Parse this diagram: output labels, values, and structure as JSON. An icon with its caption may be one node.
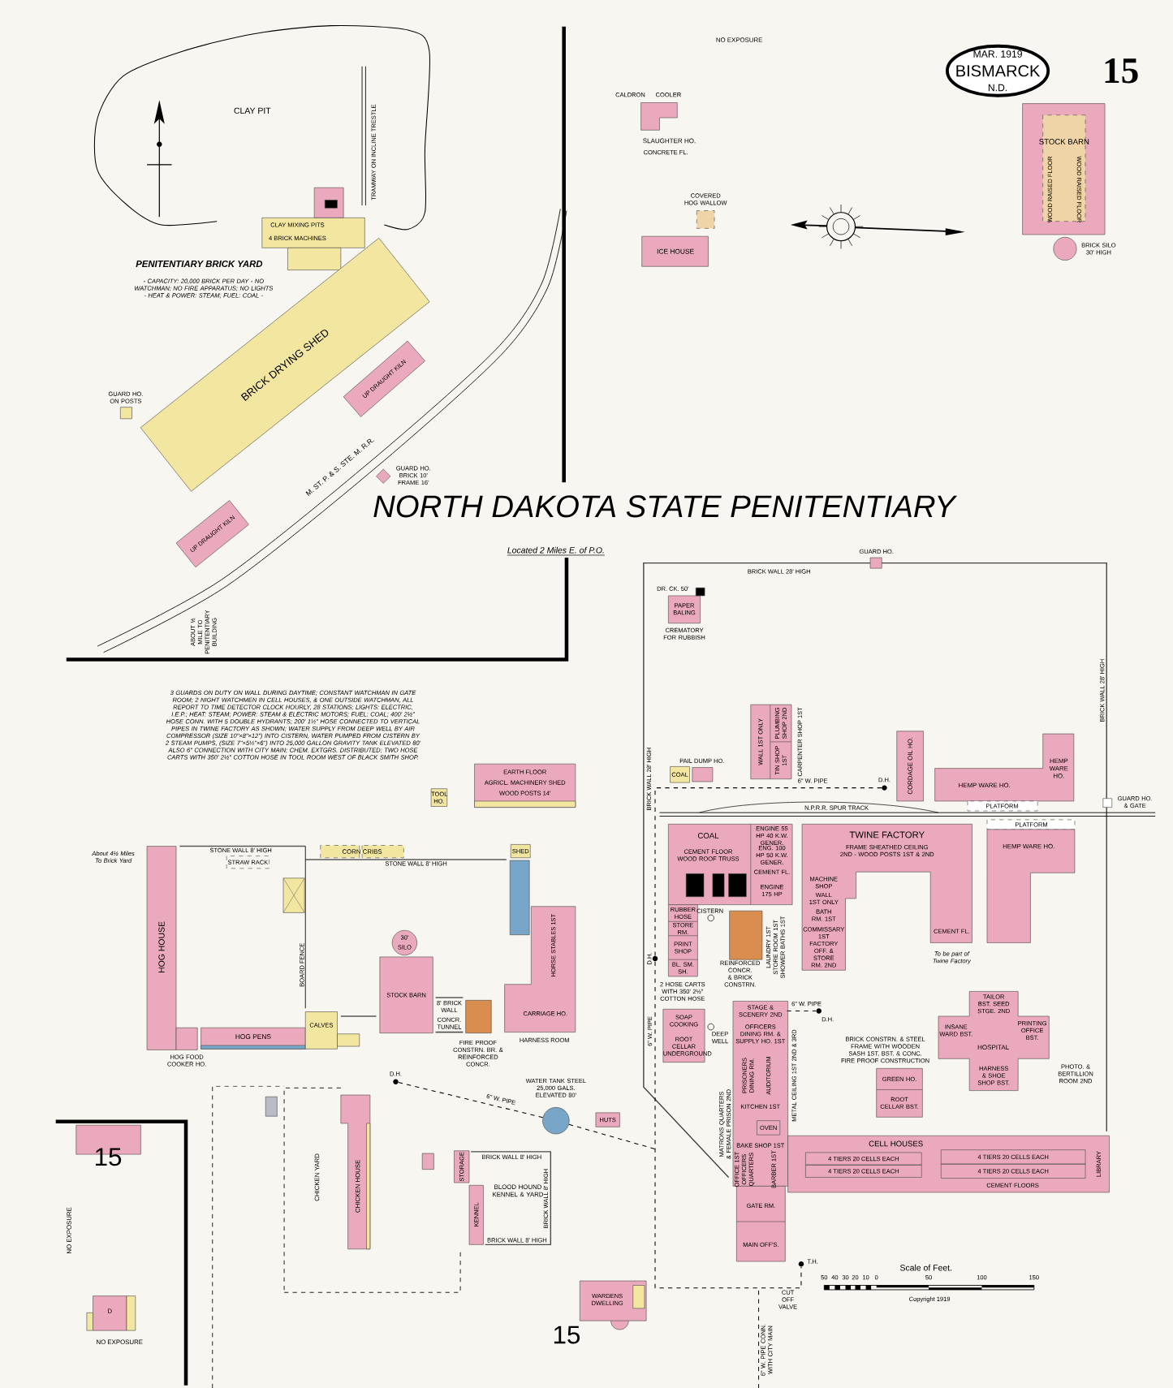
{
  "diagram": {
    "title": "NORTH DAKOTA STATE PENITENTIARY",
    "nodes": [
      {
        "text": [
          "CLAY MIXING PITS",
          "4 BRICK MACHINES"
        ]
      },
      {
        "text": [
          "BRICK DRYING SHED"
        ]
      },
      {
        "text": [
          "UP DRAUGHT KILN"
        ]
      },
      {
        "text": [
          "UP DRAUGHT KILN"
        ]
      },
      {
        "text": [
          "GUARD HO. ON POSTS"
        ]
      },
      {
        "text": [
          "GUARD HO. BRICK 10' FRAME 16'"
        ]
      },
      {
        "text": [
          "MAR. 1919",
          "BISMARCK",
          "N.D."
        ]
      },
      {
        "text": [
          "CALDRON",
          "COOLER",
          "SLAUGHTER HO.",
          "CONCRETE FL."
        ]
      },
      {
        "text": [
          "COVERED HOG WALLOW"
        ]
      },
      {
        "text": [
          "ICE HOUSE"
        ]
      },
      {
        "text": [
          "STOCK BARN",
          "WOOD RAISED FLOOR",
          "WOOD RAISED FLOOR"
        ]
      },
      {
        "text": [],
        "shape": "circle",
        "beside": [
          "BRICK SILO 30' HIGH"
        ]
      },
      {
        "text": [
          "GUARD HO."
        ]
      },
      {
        "text": [
          "DR. CK. 50'",
          "PAPER BALING",
          "CREMATORY FOR RUBBISH"
        ]
      },
      {
        "text": [
          "CARPENTER SHOP 1ST",
          "WALL 1ST ONLY",
          "PLUMBING SHOP 2ND",
          "TIN SHOP 1ST"
        ]
      },
      {
        "text": [
          "PAIL DUMP HO."
        ]
      },
      {
        "text": [
          "COAL"
        ]
      },
      {
        "text": [
          "CORDAGE OIL HO."
        ]
      },
      {
        "text": [
          "HEMP WARE HO.",
          "HEMP WARE HO."
        ]
      },
      {
        "text": [
          "PLATFORM"
        ]
      },
      {
        "text": [
          "GUARD HO. & GATE"
        ]
      },
      {
        "text": [
          "COAL",
          "CEMENT FLOOR WOOD ROOF TRUSS",
          "ENGINE 55 HP 40 K.W. GENER.",
          "ENG. 100 HP 50 K.W. GENER.",
          "CEMENT FL.",
          "ENGINE 175 HP"
        ]
      },
      {
        "text": [
          "RUBBER HOSE",
          "STORE RM.",
          "PRINT SHOP",
          "BL. SM. SH."
        ]
      },
      {
        "text": [
          "LAUNDRY 1ST STORE ROOM 1ST SHOWER BATHS 1ST",
          "REINFORCED CONCR. & BRICK CONSTRN."
        ]
      },
      {
        "text": [
          "TWINE FACTORY",
          "FRAME SHEATHED CEILING 2ND - WOOD POSTS 1ST & 2ND",
          "MACHINE SHOP",
          "WALL 1ST ONLY",
          "BATH RM. 1ST",
          "COMMISSARY 1ST FACTORY OFF. & STORE RM. 2ND",
          "CEMENT FL."
        ]
      },
      {
        "text": [
          "PLATFORM",
          "HEMP WARE HO."
        ]
      },
      {
        "text": [
          "EARTH FLOOR",
          "AGRICL. MACHINERY SHED",
          "WOOD POSTS 14'"
        ]
      },
      {
        "text": [
          "TOOL HO."
        ]
      },
      {
        "text": [
          "HOG HOUSE"
        ]
      },
      {
        "text": [
          "HOG FOOD COOKER HO."
        ]
      },
      {
        "text": [
          "HOG PENS"
        ]
      },
      {
        "text": [
          "STRAW RACK"
        ]
      },
      {
        "text": [
          "CORN CRIBS"
        ]
      },
      {
        "text": [],
        "shape": "box"
      },
      {
        "text": [
          "SHED"
        ]
      },
      {
        "text": [],
        "shape": "box"
      },
      {
        "text": [
          "30'",
          "SILO"
        ]
      },
      {
        "text": [
          "STOCK BARN"
        ]
      },
      {
        "text": [
          "CALVES"
        ]
      },
      {
        "text": [],
        "shape": "box",
        "beside": [
          "FIRE PROOF CONSTRN. BR. & REINFORCED CONCR."
        ]
      },
      {
        "text": [
          "HORSE STABLES 1ST",
          "CARRIAGE HO.",
          "HARNESS ROOM"
        ]
      },
      {
        "text": [
          "SOAP COOKING",
          "ROOT CELLAR UNDERGROUND"
        ]
      },
      {
        "text": [
          "TAILOR BST. SEED STGE. 2ND",
          "INSANE WARD BST.",
          "HOSPITAL",
          "PRINTING OFFICE BST.",
          "HARNESS & SHOE SHOP BST."
        ],
        "beside": [
          "PHOTO. & BERTILLION ROOM 2ND"
        ]
      },
      {
        "text": [
          "GREEN HO.",
          "ROOT CELLAR BST."
        ],
        "beside": [
          "BRICK CONSTRN. & STEEL FRAME WITH WOODEN SASH 1ST, BST. & CONC. FIRE PROOF CONSTRUCTION"
        ]
      },
      {
        "text": [
          "STAGE & SCENERY 2ND",
          "OFFICERS DINING RM. & SUPPLY HO. 1ST",
          "PRISONERS DINING RM.",
          "AUDITORIUM",
          "KITCHEN 1ST",
          "OVEN",
          "BAKE SHOP 1ST",
          "OFFICE 1ST OFFICERS QUARTERS",
          "BARBER 1ST",
          "GATE RM.",
          "MAIN OFF'S."
        ]
      },
      {
        "text": [
          "CELL HOUSES",
          "4 TIERS 20 CELLS EACH",
          "4 TIERS 20 CELLS EACH",
          "4 TIERS 20 CELLS EACH",
          "4 TIERS 20 CELLS EACH",
          "CEMENT FLOORS",
          "LIBRARY"
        ]
      },
      {
        "text": [],
        "shape": "box"
      },
      {
        "text": [],
        "shape": "box"
      },
      {
        "text": [
          "CHICKEN HOUSE"
        ]
      },
      {
        "text": [],
        "shape": "box"
      },
      {
        "text": [
          "STORAGE"
        ]
      },
      {
        "text": [
          "KENNEL"
        ]
      },
      {
        "text": [
          "HUTS"
        ]
      },
      {
        "text": [
          "WATER TANK STEEL 25,000 GALS. ELEVATED 80'"
        ]
      },
      {
        "text": [
          "WARDENS DWELLING"
        ]
      },
      {
        "text": [
          "D"
        ]
      },
      {
        "text": [
          "D.H."
        ]
      },
      {
        "text": [
          "D.H."
        ]
      },
      {
        "text": [
          "D.H."
        ]
      },
      {
        "text": [
          "D.H."
        ]
      },
      {
        "text": [
          "T.H."
        ]
      }
    ],
    "edges": [
      {
        "from": 56,
        "to": 57,
        "arrow": "none",
        "style": "dashed",
        "label": "6\" W. PIPE"
      },
      {
        "from": 57,
        "to": 60,
        "arrow": "none",
        "style": "dashed",
        "label": "6\" W. PIPE"
      },
      {
        "from": 44,
        "to": 58,
        "arrow": "none",
        "style": "dashed",
        "label": "6\" W. PIPE"
      },
      {
        "from": 59,
        "to": 53,
        "arrow": "none",
        "style": "dashed",
        "label": "6\" W. PIPE"
      },
      {
        "from": 53,
        "to": null,
        "arrow": "none",
        "style": "dashed"
      }
    ],
    "labels": [
      "NO EXPOSURE",
      "15",
      "CLAY PIT",
      "TRAMWAY ON INCLINE TRESTLE",
      "PENITENTIARY BRICK YARD",
      "- CAPACITY: 20,000 BRICK PER DAY - NO WATCHMAN; NO FIRE APPARATUS; NO LIGHTS - HEAT & POWER: STEAM; FUEL: COAL -",
      "M. ST. P. & S. STE. M. R.R.",
      "Located 2 Miles E. of P.O.",
      "ABOUT ½ MILE TO PENITENTIARY BUILDING",
      "BRICK WALL 28' HIGH",
      "BRICK WALL 28' HIGH",
      "BRICK WALL 28' HIGH",
      "N.P.R.R. SPUR TRACK",
      "To be part of Twine Factory",
      "CISTERN",
      "2 HOSE CARTS WITH 350' 2½\" COTTON HOSE",
      "DEEP WELL",
      "MATRONS QUARTERS & FEMALE PRISON 2ND",
      "METAL CEILING 1ST 2ND & 3RD",
      "CUT OFF VALVE",
      "6\" W. PIPE CONN. WITH CITY MAIN",
      "Scale of Feet.",
      "50",
      "40",
      "30",
      "20",
      "10",
      "0",
      "50",
      "100",
      "150",
      "Copyright 1919",
      "3 GUARDS ON DUTY ON WALL DURING DAYTIME; CONSTANT WATCHMAN IN GATE ROOM; 2 NIGHT WATCHMEN IN CELL HOUSES, & ONE OUTSIDE WATCHMAN, ALL REPORT TO TIME DETECTOR CLOCK HOURLY, 28 STATIONS; LIGHTS: ELECTRIC, I.E.P.; HEAT: STEAM; POWER: STEAM & ELECTRIC MOTORS; FUEL: COAL; 400' 2½\" HOSE CONN. WITH 5 DOUBLE HYDRANTS; 200' 1½\" HOSE CONNECTED TO VERTICAL PIPES IN TWINE FACTORY AS SHOWN; WATER SUPPLY FROM DEEP WELL BY AIR COMPRESSOR (SIZE 10\"×8\"×12\") INTO CISTERN, WATER PUMPED FROM CISTERN BY 2 STEAM PUMPS, (SIZE 7\"×5½\"×6\") INTO 25,000 GALLON GRAVITY TANK ELEVATED 80' ALSO 6\" CONNECTION WITH CITY MAIN; CHEM. EXTGRS. DISTRIBUTED; TWO HOSE CARTS WITH 350' 2½\" COTTON HOSE IN TOOL ROOM WEST OF BLACK SMITH SHOP.",
      "About 4½ Miles To Brick Yard",
      "STONE WALL 8' HIGH",
      "STONE WALL 8' HIGH",
      "BOARD FENCE",
      "8' BRICK WALL",
      "CONCR. TUNNEL",
      "CHICKEN YARD",
      "BLOOD HOUND KENNEL & YARD",
      "BRICK WALL 8' HIGH",
      "BRICK WALL 8' HIGH",
      "BRICK WALL 8' HIGH",
      "15",
      "NO EXPOSURE",
      "15",
      "NO EXPOSURE"
    ]
  }
}
